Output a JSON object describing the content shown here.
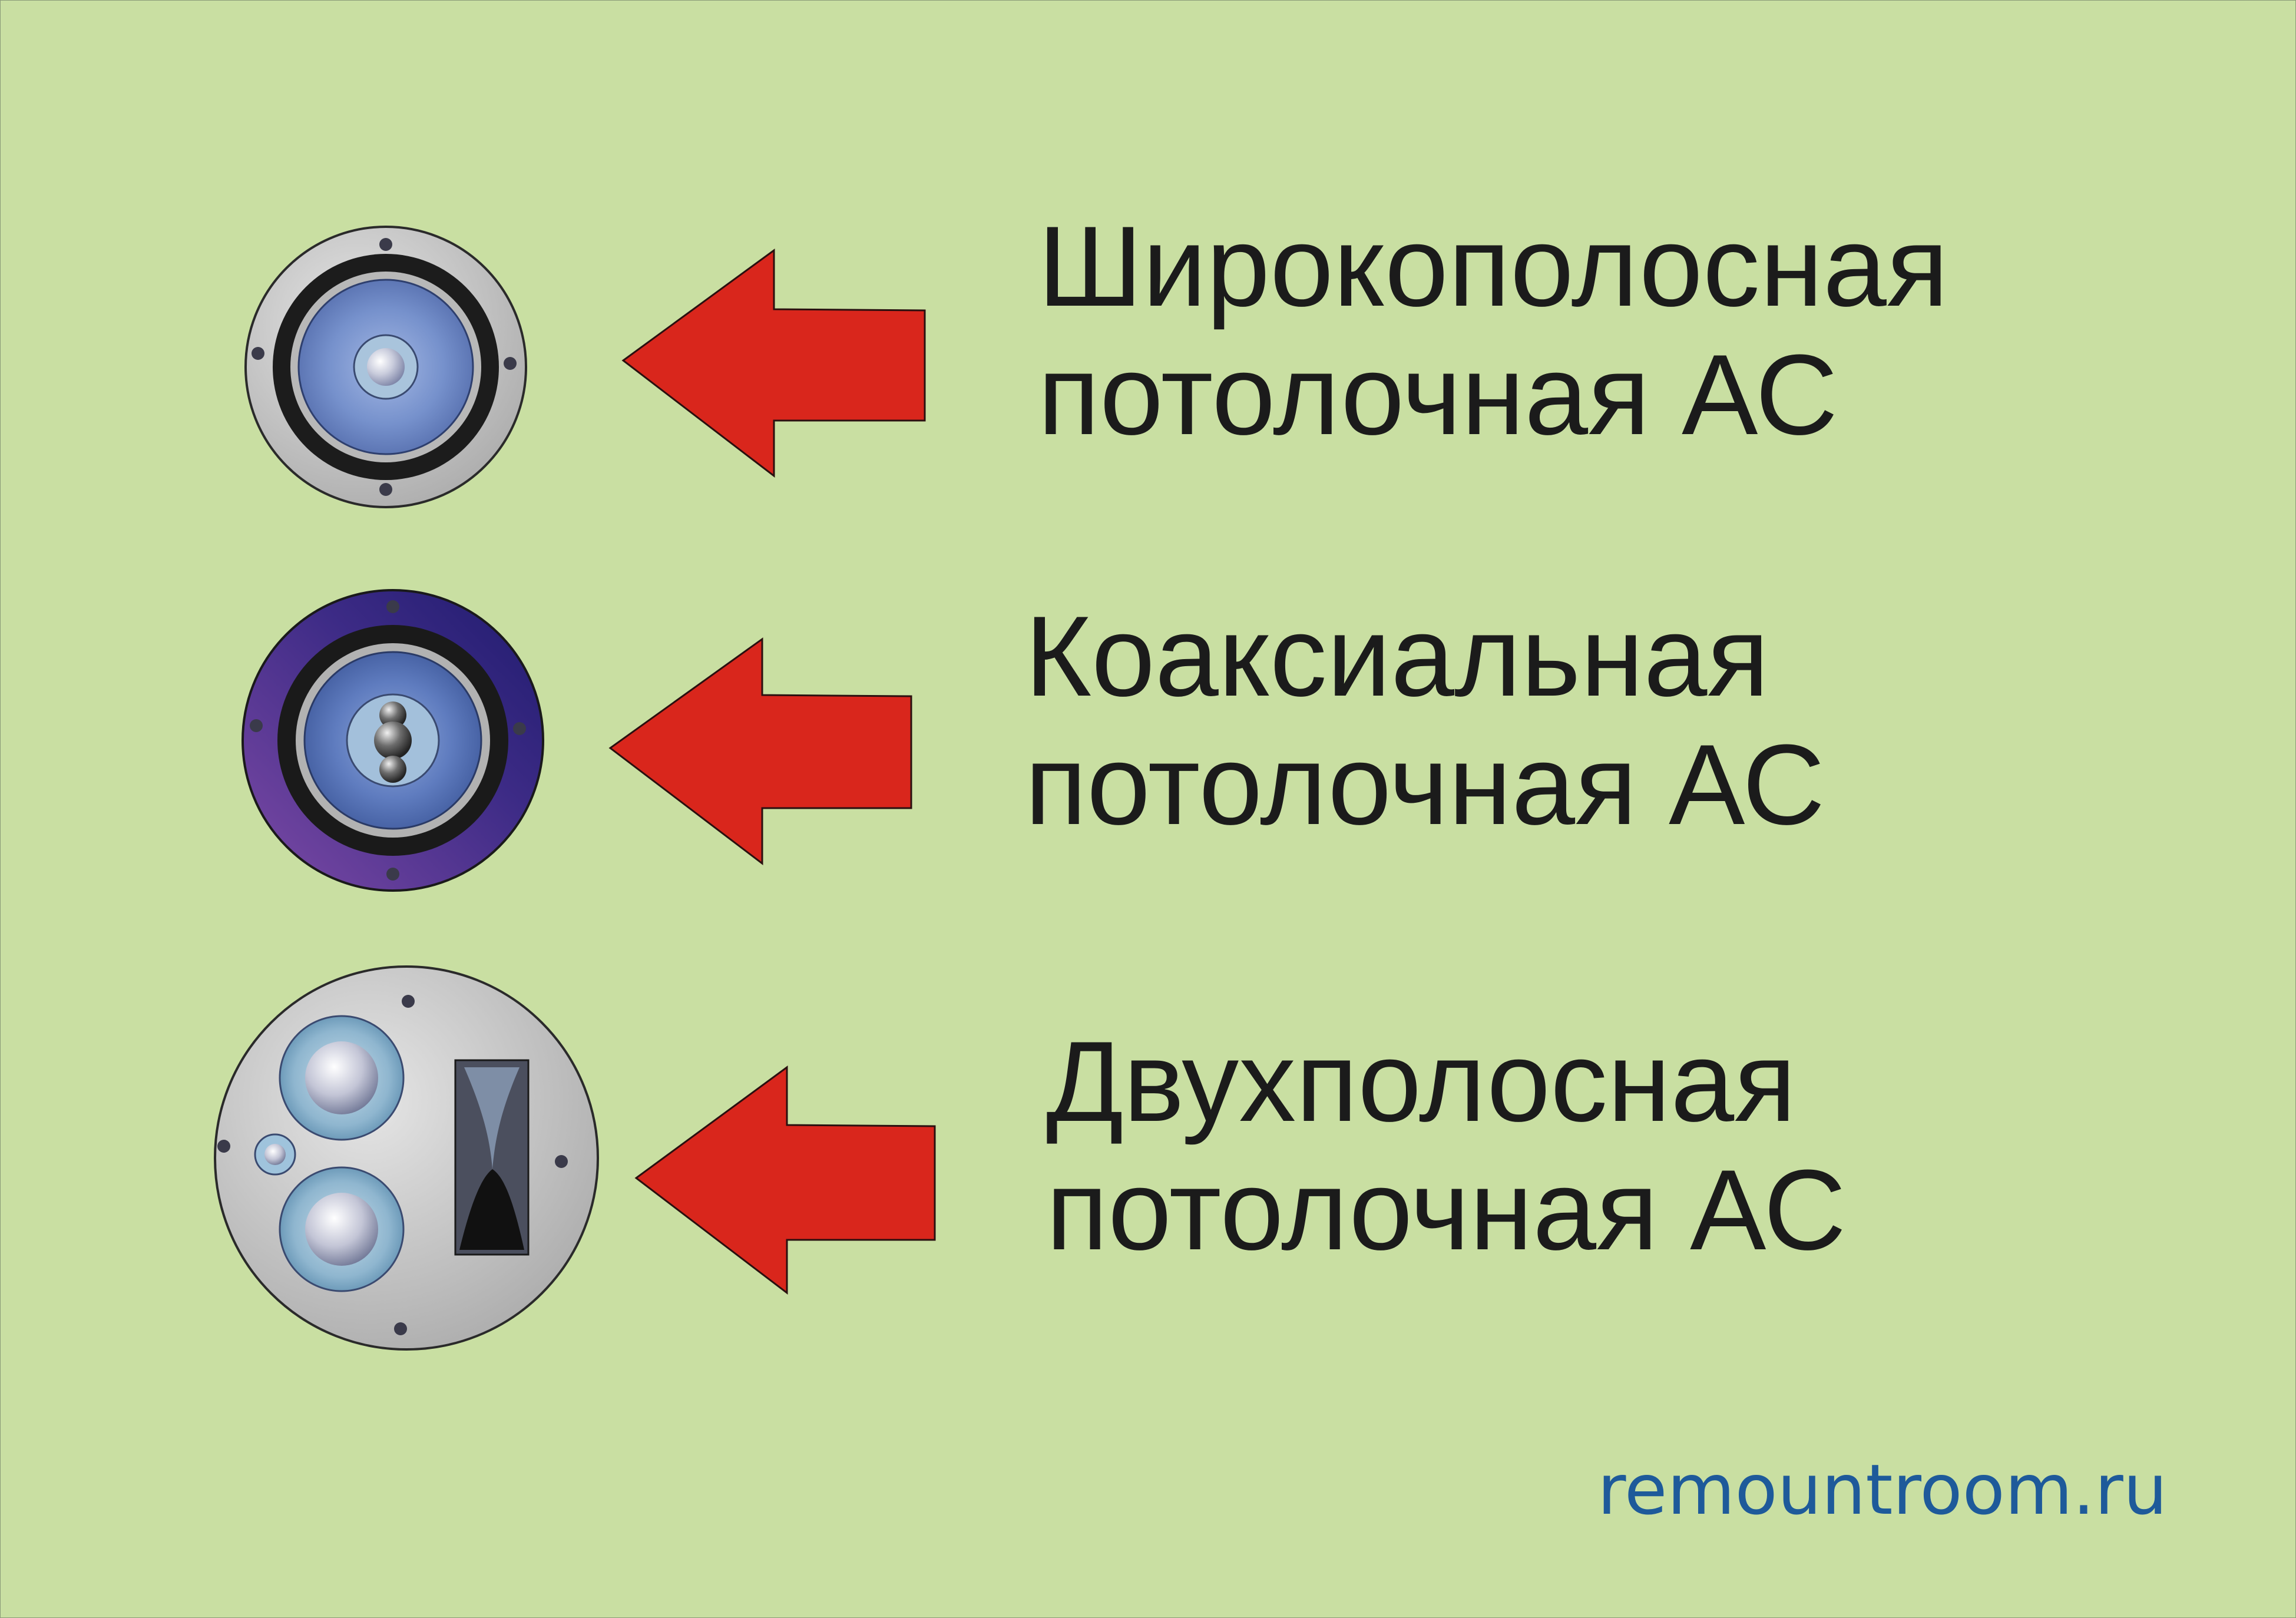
{
  "speakers": [
    {
      "line1": "Широкополосная",
      "line2": "потолочная АС",
      "icon": "wideband-speaker-icon",
      "rim_color": "#c7c7c7",
      "cone_color": "#6a86bf"
    },
    {
      "line1": "Коаксиальная",
      "line2": "потолочная АС",
      "icon": "coaxial-speaker-icon",
      "rim_color": "#4d2a8a",
      "cone_color": "#5574b0"
    },
    {
      "line1": "Двухполосная",
      "line2": "потолочная АС",
      "icon": "two-way-speaker-icon",
      "rim_color": "#b9b9b9",
      "cone_color": "#9fc4dc"
    }
  ],
  "arrow_color": "#d9261c",
  "website": "remountroom.ru"
}
